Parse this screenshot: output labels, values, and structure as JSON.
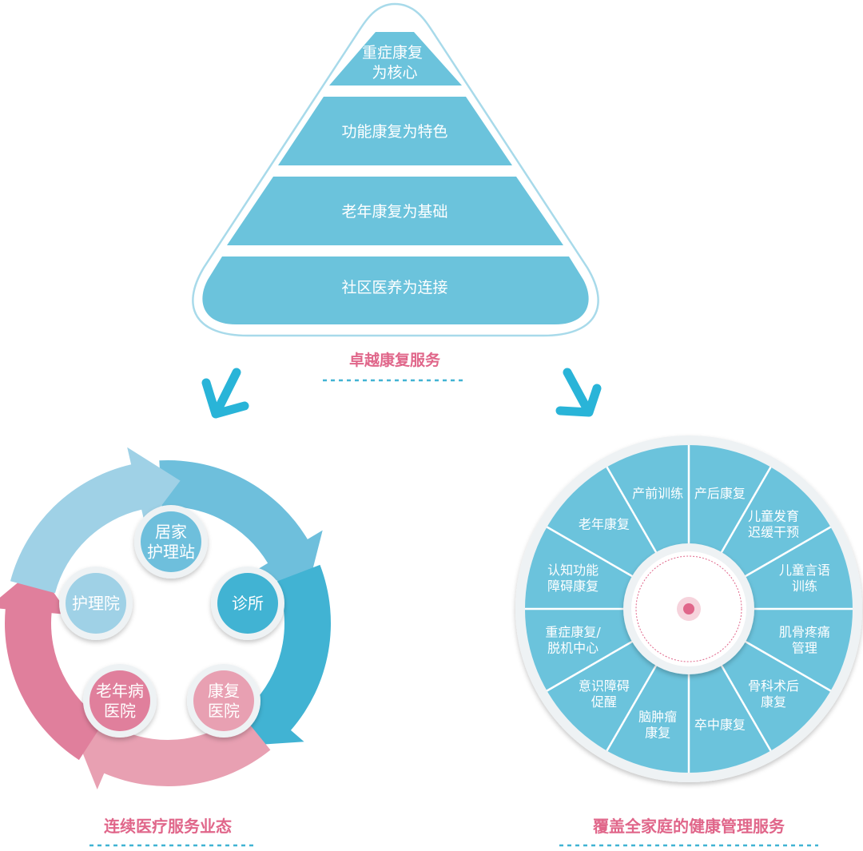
{
  "colors": {
    "tier": "#6bc3dc",
    "pink": "#e0668a",
    "blue_dark": "#41b3d3",
    "blue_mid": "#6ebfdc",
    "blue_light": "#9fd1e6",
    "pink_light": "#e8a0b2",
    "pink_dark": "#e07f9c",
    "dot": "#e0668a"
  },
  "pyramid": {
    "tiers": [
      {
        "lines": [
          "重症康复",
          "为核心"
        ]
      },
      {
        "lines": [
          "功能康复为特色"
        ]
      },
      {
        "lines": [
          "老年康复为基础"
        ]
      },
      {
        "lines": [
          "社区医养为连接"
        ]
      }
    ],
    "caption": "卓越康复服务"
  },
  "cycle": {
    "nodes": [
      {
        "key": "home",
        "lines": [
          "居家",
          "护理站"
        ]
      },
      {
        "key": "clinic",
        "lines": [
          "诊所"
        ]
      },
      {
        "key": "rehab",
        "lines": [
          "康复",
          "医院"
        ]
      },
      {
        "key": "geriatric",
        "lines": [
          "老年病",
          "医院"
        ]
      },
      {
        "key": "nursing",
        "lines": [
          "护理院"
        ]
      }
    ],
    "caption": "连续医疗服务业态"
  },
  "wheel": {
    "segments": [
      {
        "lines": [
          "产后康复"
        ]
      },
      {
        "lines": [
          "儿童发育",
          "迟缓干预"
        ]
      },
      {
        "lines": [
          "儿童言语",
          "训练"
        ]
      },
      {
        "lines": [
          "肌骨疼痛",
          "管理"
        ]
      },
      {
        "lines": [
          "骨科术后",
          "康复"
        ]
      },
      {
        "lines": [
          "卒中康复"
        ]
      },
      {
        "lines": [
          "脑肿瘤",
          "康复"
        ]
      },
      {
        "lines": [
          "意识障碍",
          "促醒"
        ]
      },
      {
        "lines": [
          "重症康复/",
          "脱机中心"
        ]
      },
      {
        "lines": [
          "认知功能",
          "障碍康复"
        ]
      },
      {
        "lines": [
          "老年康复"
        ]
      },
      {
        "lines": [
          "产前训练"
        ]
      }
    ],
    "caption": "覆盖全家庭的健康管理服务"
  }
}
